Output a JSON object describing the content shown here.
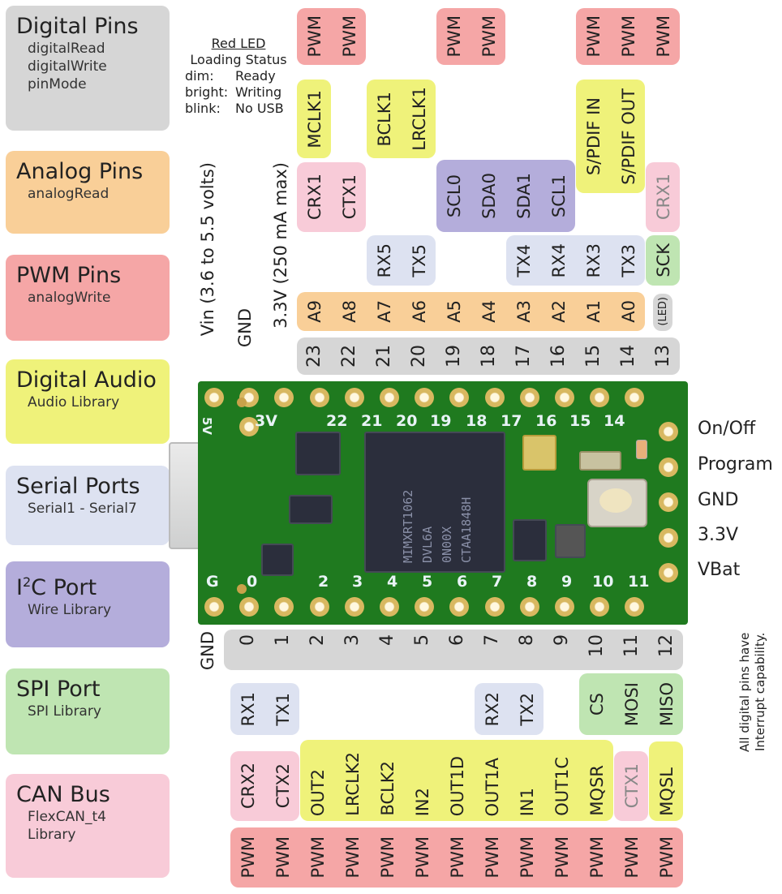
{
  "colors": {
    "digital": "#d6d6d6",
    "analog": "#f9cf98",
    "pwm": "#f5a6a6",
    "audio": "#eff27a",
    "serial": "#dde2f1",
    "i2c": "#b4addb",
    "spi": "#bfe5b2",
    "can": "#f8cbd8",
    "board": "#1f7a1f"
  },
  "legend": [
    {
      "key": "digital",
      "title": "Digital Pins",
      "sub": "digitalRead\ndigitalWrite\npinMode"
    },
    {
      "key": "analog",
      "title": "Analog Pins",
      "sub": "analogRead"
    },
    {
      "key": "pwm",
      "title": "PWM Pins",
      "sub": "analogWrite"
    },
    {
      "key": "audio",
      "title": "Digital Audio",
      "sub": "Audio Library"
    },
    {
      "key": "serial",
      "title": "Serial Ports",
      "sub": "Serial1 - Serial7"
    },
    {
      "key": "i2c",
      "title": "I2C Port",
      "sub": "Wire Library"
    },
    {
      "key": "spi",
      "title": "SPI Port",
      "sub": "SPI Library"
    },
    {
      "key": "can",
      "title": "CAN Bus",
      "sub": "FlexCAN_t4\nLibrary"
    }
  ],
  "led_note": {
    "title": "Red LED",
    "subtitle": "Loading Status",
    "rows": [
      {
        "k": "dim:",
        "v": "Ready"
      },
      {
        "k": "bright:",
        "v": "Writing"
      },
      {
        "k": "blink:",
        "v": "No USB"
      }
    ]
  },
  "power_labels_top": {
    "vin": "Vin  (3.6 to 5.5 volts)",
    "gnd": "GND",
    "v33": "3.3V (250 mA max)"
  },
  "gnd_bottom": "GND",
  "top_pins": {
    "numbers": [
      "23",
      "22",
      "21",
      "20",
      "19",
      "18",
      "17",
      "16",
      "15",
      "14",
      "13"
    ],
    "analog": [
      "A9",
      "A8",
      "A7",
      "A6",
      "A5",
      "A4",
      "A3",
      "A2",
      "A1",
      "A0",
      "(LED)"
    ],
    "serial": {
      "21": "RX5",
      "20": "TX5",
      "17": "TX4",
      "16": "RX4",
      "15": "RX3",
      "14": "TX3"
    },
    "spi": {
      "13": "SCK"
    },
    "can": {
      "23": "CRX1",
      "22": "CTX1",
      "13": "CRX1"
    },
    "i2c": {
      "19": "SCL0",
      "18": "SDA0",
      "17": "SDA1",
      "16": "SCL1"
    },
    "audio": {
      "23": "MCLK1",
      "21": "BCLK1",
      "20": "LRCLK1",
      "15": "S/PDIF IN",
      "14": "S/PDIF OUT"
    },
    "pwm": {
      "23": "PWM",
      "22": "PWM",
      "19": "PWM",
      "18": "PWM",
      "15": "PWM",
      "14": "PWM",
      "13": "PWM"
    }
  },
  "bottom_pins": {
    "numbers": [
      "0",
      "1",
      "2",
      "3",
      "4",
      "5",
      "6",
      "7",
      "8",
      "9",
      "10",
      "11",
      "12"
    ],
    "serial": {
      "0": "RX1",
      "1": "TX1",
      "7": "RX2",
      "8": "TX2"
    },
    "spi": {
      "10": "CS",
      "11": "MOSI",
      "12": "MISO"
    },
    "can": {
      "0": "CRX2",
      "1": "CTX2",
      "11": "CTX1"
    },
    "audio": {
      "2": "OUT2",
      "3": "LRCLK2",
      "4": "BCLK2",
      "5": "IN2",
      "6": "OUT1D",
      "7": "OUT1A",
      "8": "IN1",
      "9": "OUT1C",
      "10": "MQSR",
      "12": "MQSL"
    },
    "pwm": [
      "PWM",
      "PWM",
      "PWM",
      "PWM",
      "PWM",
      "PWM",
      "PWM",
      "PWM",
      "PWM",
      "PWM",
      "PWM",
      "PWM",
      "PWM"
    ]
  },
  "right_labels": [
    "On/Off",
    "Program",
    "GND",
    "3.3V",
    "VBat"
  ],
  "interrupt_note": "All digital pins have\nInterrupt capability.",
  "board": {
    "silk_top": [
      "3V",
      "22",
      "21",
      "20",
      "19",
      "18",
      "17",
      "16",
      "15",
      "14"
    ],
    "silk_bottom": [
      "G",
      "0",
      "2",
      "3",
      "4",
      "5",
      "6",
      "7",
      "8",
      "9",
      "10",
      "11"
    ],
    "silk_5v": "5V",
    "mcu_lines": [
      "MIMXRT1062",
      "DVL6A",
      "0N00X",
      "CTAA1848H"
    ]
  }
}
